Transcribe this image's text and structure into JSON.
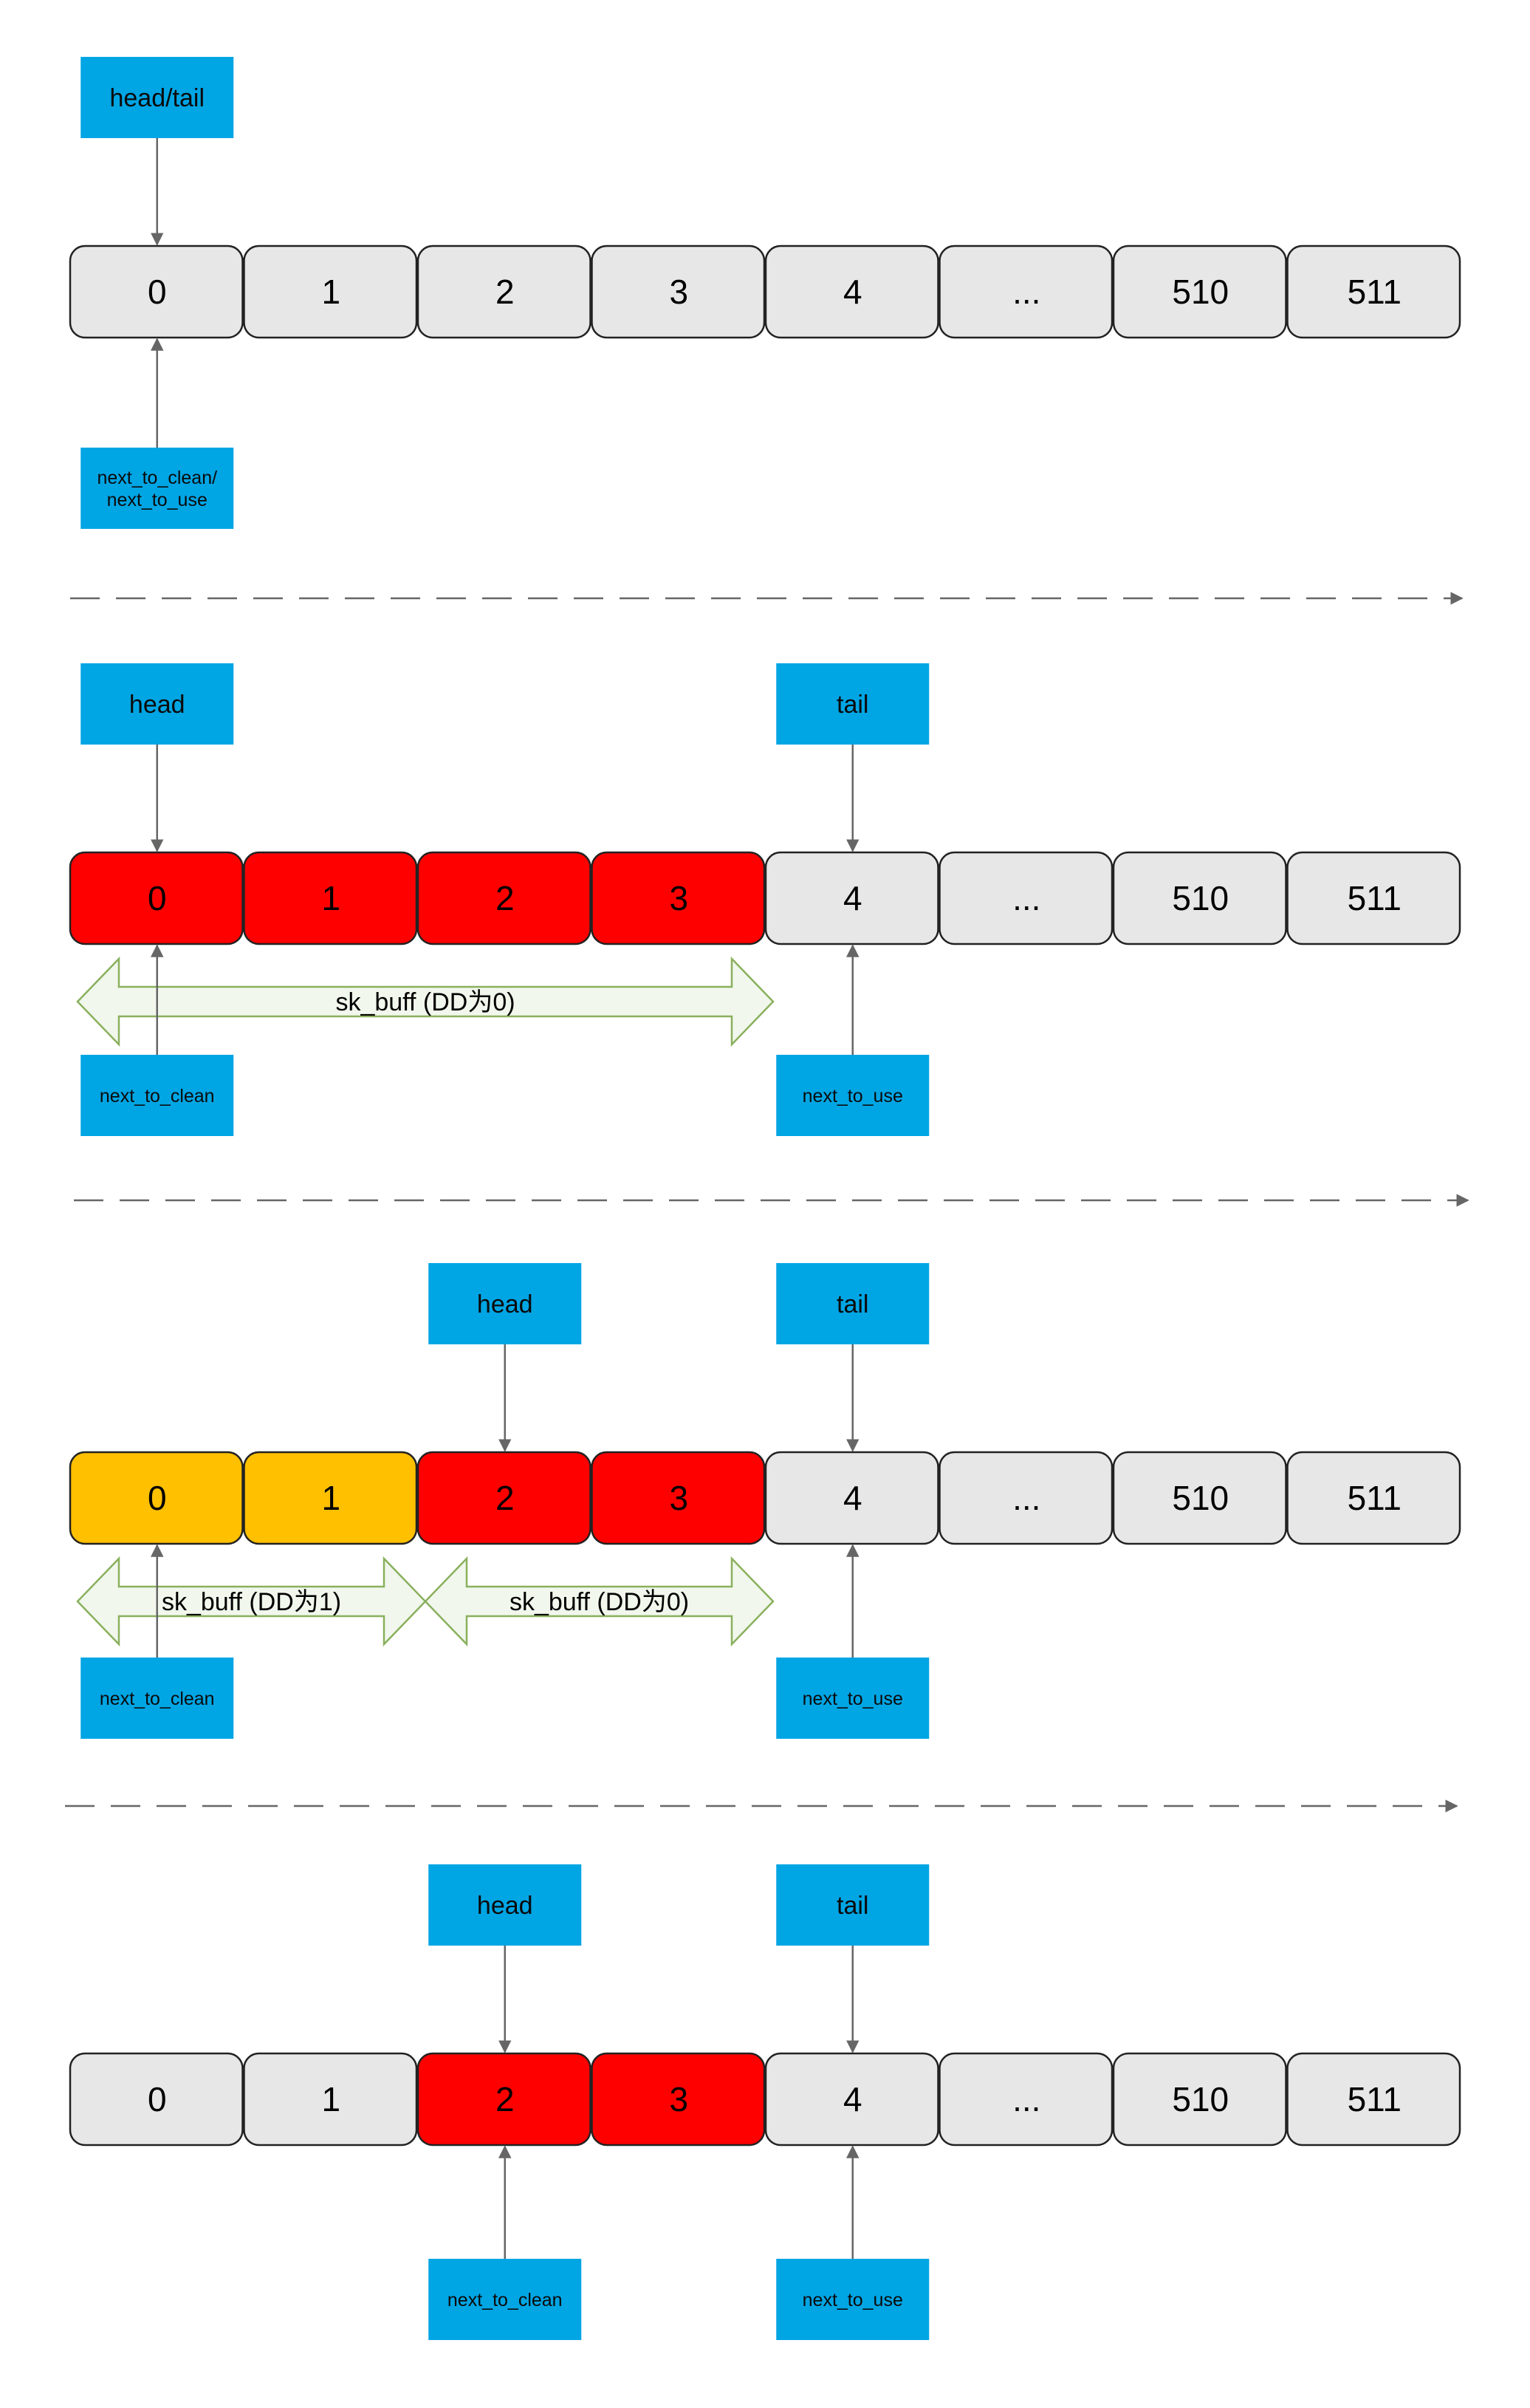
{
  "colors": {
    "empty": "#e7e7e7",
    "dd0": "#ff0000",
    "dd1": "#ffc000",
    "pointer_label": "#00a5e4",
    "span_fill": "#f1f7ec",
    "span_border": "#8ab05e"
  },
  "cells": [
    "0",
    "1",
    "2",
    "3",
    "4",
    "...",
    "510",
    "511"
  ],
  "stages": [
    {
      "states": [
        "empty",
        "empty",
        "empty",
        "empty",
        "empty",
        "empty",
        "empty",
        "empty"
      ],
      "top_labels": [
        {
          "text": "head/tail",
          "cell": 0
        }
      ],
      "bottom_labels": [
        {
          "lines": [
            "next_to_clean/",
            "next_to_use"
          ],
          "cell": 0
        }
      ],
      "spans": []
    },
    {
      "states": [
        "dd0",
        "dd0",
        "dd0",
        "dd0",
        "empty",
        "empty",
        "empty",
        "empty"
      ],
      "top_labels": [
        {
          "text": "head",
          "cell": 0
        },
        {
          "text": "tail",
          "cell": 4
        }
      ],
      "bottom_labels": [
        {
          "lines": [
            "next_to_clean"
          ],
          "cell": 0
        },
        {
          "lines": [
            "next_to_use"
          ],
          "cell": 4
        }
      ],
      "spans": [
        {
          "text": "sk_buff (DD为0)",
          "from": 0,
          "to": 3
        }
      ]
    },
    {
      "states": [
        "dd1",
        "dd1",
        "dd0",
        "dd0",
        "empty",
        "empty",
        "empty",
        "empty"
      ],
      "top_labels": [
        {
          "text": "head",
          "cell": 2
        },
        {
          "text": "tail",
          "cell": 4
        }
      ],
      "bottom_labels": [
        {
          "lines": [
            "next_to_clean"
          ],
          "cell": 0
        },
        {
          "lines": [
            "next_to_use"
          ],
          "cell": 4
        }
      ],
      "spans": [
        {
          "text": "sk_buff (DD为1)",
          "from": 0,
          "to": 1
        },
        {
          "text": "sk_buff (DD为0)",
          "from": 2,
          "to": 3
        }
      ]
    },
    {
      "states": [
        "empty",
        "empty",
        "dd0",
        "dd0",
        "empty",
        "empty",
        "empty",
        "empty"
      ],
      "top_labels": [
        {
          "text": "head",
          "cell": 2
        },
        {
          "text": "tail",
          "cell": 4
        }
      ],
      "bottom_labels": [
        {
          "lines": [
            "next_to_clean"
          ],
          "cell": 2
        },
        {
          "lines": [
            "next_to_use"
          ],
          "cell": 4
        }
      ],
      "spans": [],
      "show_separator_before": true
    }
  ]
}
